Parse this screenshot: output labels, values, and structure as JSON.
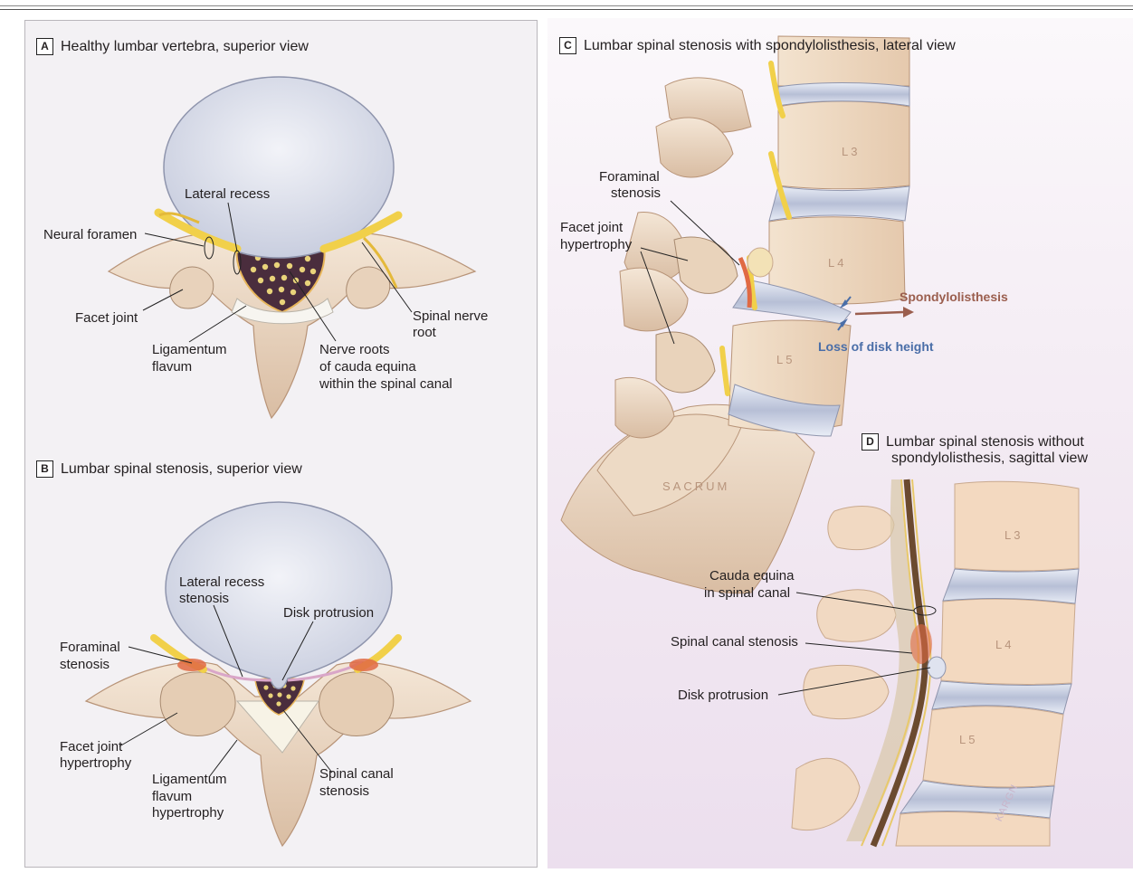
{
  "panels": {
    "a": {
      "letter": "A",
      "title": "Healthy lumbar vertebra, superior view"
    },
    "b": {
      "letter": "B",
      "title": "Lumbar spinal stenosis, superior view"
    },
    "c": {
      "letter": "C",
      "title": "Lumbar spinal stenosis with spondylolisthesis, lateral view"
    },
    "d": {
      "letter": "D",
      "title_line1": "Lumbar spinal stenosis without",
      "title_line2": "spondylolisthesis, sagittal view"
    }
  },
  "labels_a": {
    "lateral_recess": "Lateral recess",
    "neural_foramen": "Neural foramen",
    "facet_joint": "Facet joint",
    "ligamentum_1": "Ligamentum",
    "ligamentum_2": "flavum",
    "nerve_roots_1": "Nerve roots",
    "nerve_roots_2": "of cauda equina",
    "nerve_roots_3": "within the spinal canal",
    "spinal_nerve_1": "Spinal nerve",
    "spinal_nerve_2": "root"
  },
  "labels_b": {
    "lateral_recess_1": "Lateral recess",
    "lateral_recess_2": "stenosis",
    "disk_protrusion": "Disk protrusion",
    "foraminal_1": "Foraminal",
    "foraminal_2": "stenosis",
    "facet_1": "Facet joint",
    "facet_2": "hypertrophy",
    "lig_1": "Ligamentum",
    "lig_2": "flavum",
    "lig_3": "hypertrophy",
    "canal_1": "Spinal canal",
    "canal_2": "stenosis"
  },
  "labels_c": {
    "foraminal_1": "Foraminal",
    "foraminal_2": "stenosis",
    "facet_1": "Facet joint",
    "facet_2": "hypertrophy",
    "spondylolisthesis": "Spondylolisthesis",
    "loss_disk": "Loss of disk height",
    "l3": "L3",
    "l4": "L4",
    "l5": "L5",
    "sacrum": "SACRUM"
  },
  "labels_d": {
    "cauda_1": "Cauda equina",
    "cauda_2": "in spinal canal",
    "canal_stenosis": "Spinal canal stenosis",
    "disk_protrusion": "Disk protrusion",
    "l3": "L3",
    "l4": "L4",
    "l5": "L5"
  },
  "signature": "KARGN",
  "colors": {
    "bone": "#eedcc8",
    "bone_dark": "#c9a98e",
    "disk": "#dfe3ef",
    "nerve": "#f1d04a",
    "canal": "#4a2d3d",
    "stenosis": "#e06a44",
    "spondy_arrow": "#9b5e4e",
    "loss_blue": "#4a6ea8"
  }
}
